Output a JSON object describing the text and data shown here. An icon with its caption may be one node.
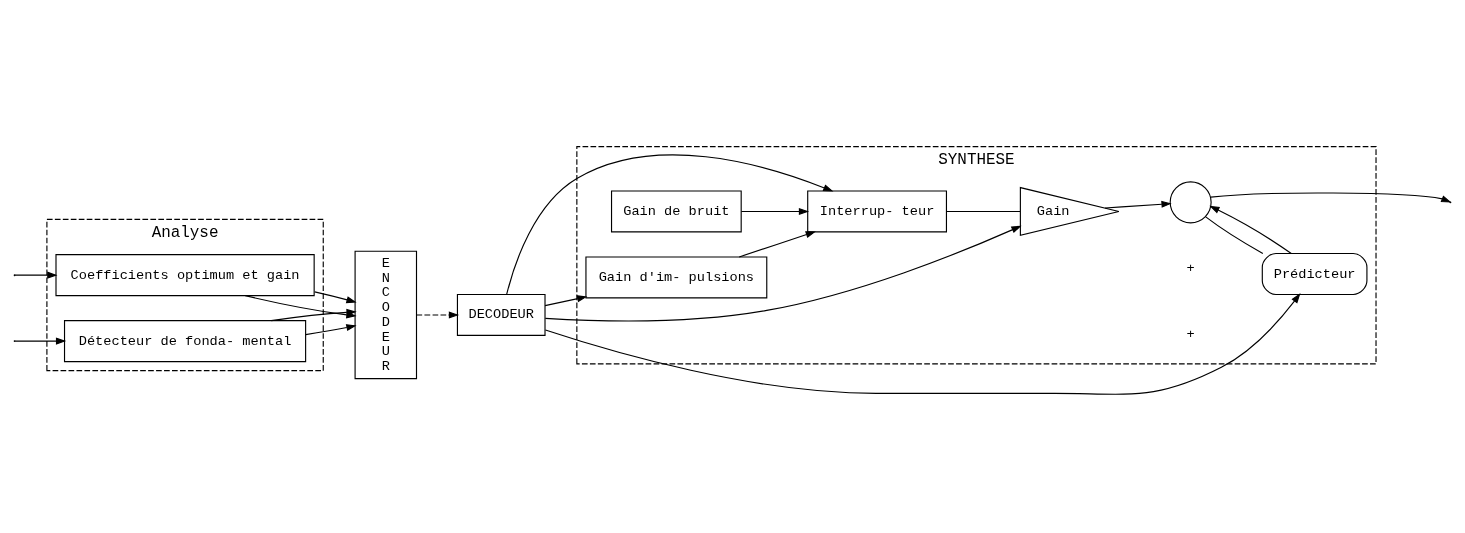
{
  "diagram": {
    "nodes": [
      {
        "text": [
          "Analyse"
        ]
      },
      {
        "text": [
          "Coefficients optimum et gain"
        ],
        "in": 0
      },
      {
        "text": [
          "Détecteur de fonda- mental"
        ],
        "in": 0
      },
      {
        "text": [
          "ENCODEUR"
        ]
      },
      {
        "text": [
          "SYNTHESE"
        ]
      },
      {
        "text": [
          "Gain de bruit"
        ],
        "in": 4
      },
      {
        "text": [
          "Interrup- teur"
        ],
        "in": 4
      },
      {
        "text": [
          "Gain d'im- pulsions"
        ],
        "in": 4
      },
      {
        "text": [
          "Gain"
        ],
        "in": 4
      },
      {
        "text": [],
        "shape": "circle",
        "in": 4
      },
      {
        "text": [
          "Prédicteur"
        ],
        "in": 4
      },
      {
        "text": [
          "DECODEUR"
        ]
      }
    ],
    "edges": [
      {
        "from": null,
        "to": 1,
        "arrow": "to"
      },
      {
        "from": null,
        "to": 2,
        "arrow": "to"
      },
      {
        "from": 1,
        "to": 3,
        "arrow": "to"
      },
      {
        "from": 1,
        "to": 3,
        "arrow": "to"
      },
      {
        "from": 2,
        "to": 3,
        "arrow": "to"
      },
      {
        "from": 2,
        "to": 3,
        "arrow": "to"
      },
      {
        "from": 3,
        "to": 11,
        "arrow": "to",
        "style": "dashed"
      },
      {
        "from": 5,
        "to": 6,
        "arrow": "to"
      },
      {
        "from": 7,
        "to": 6,
        "arrow": "to"
      },
      {
        "from": 11,
        "to": 7,
        "arrow": "to"
      },
      {
        "from": 11,
        "to": 6,
        "arrow": "to"
      },
      {
        "from": 11,
        "to": 8,
        "arrow": "to"
      },
      {
        "from": 6,
        "to": 8,
        "arrow": "none"
      },
      {
        "from": 8,
        "to": 9,
        "arrow": "to"
      },
      {
        "from": 9,
        "to": null,
        "arrow": "to"
      },
      {
        "from": 9,
        "to": 10,
        "arrow": "none"
      },
      {
        "from": 10,
        "to": 9,
        "arrow": "to"
      },
      {
        "from": 11,
        "to": 10,
        "arrow": "to"
      }
    ],
    "labels": [
      "+",
      "+"
    ]
  }
}
